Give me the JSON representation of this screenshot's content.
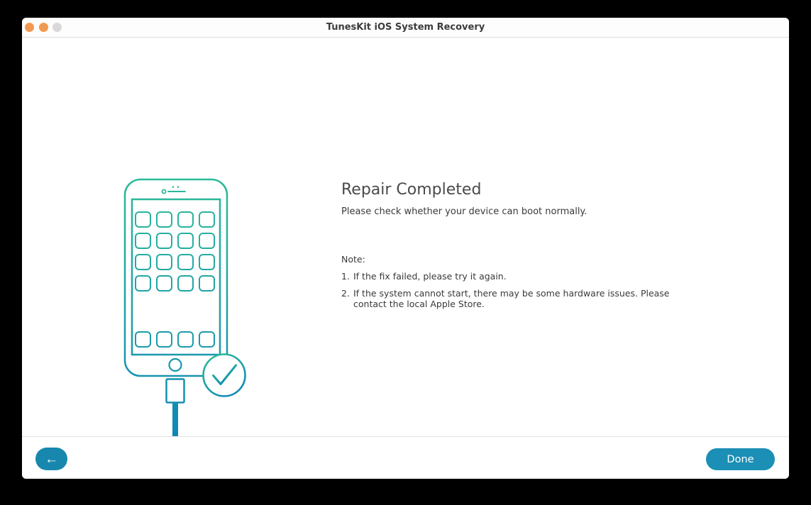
{
  "window": {
    "title": "TunesKit iOS System Recovery"
  },
  "titlebar": {
    "traffic_light_1_color": "#f09a51",
    "traffic_light_2_color": "#f09a51",
    "traffic_light_3_color": "#d8d8d8"
  },
  "main": {
    "heading": "Repair Completed",
    "subheading": "Please check whether your device can boot normally.",
    "note": {
      "label": "Note:",
      "items": [
        {
          "num": "1.",
          "text": "If the fix failed, please try it again."
        },
        {
          "num": "2.",
          "text": "If the system cannot start, there may be some hardware issues. Please contact the local Apple Store."
        }
      ]
    }
  },
  "illustration": {
    "name": "iphone-connected-cable-success-check",
    "gradient_top": "#2cbb98",
    "gradient_bottom": "#0e84b8"
  },
  "footer": {
    "back_icon": "←",
    "back_color": "#1787ad",
    "done_label": "Done",
    "done_color": "#1b8fb5"
  },
  "colors": {
    "heading_text": "#4a4a4a",
    "body_text": "#3a3a3a",
    "window_background": "#ffffff",
    "surround_background": "#000000"
  }
}
